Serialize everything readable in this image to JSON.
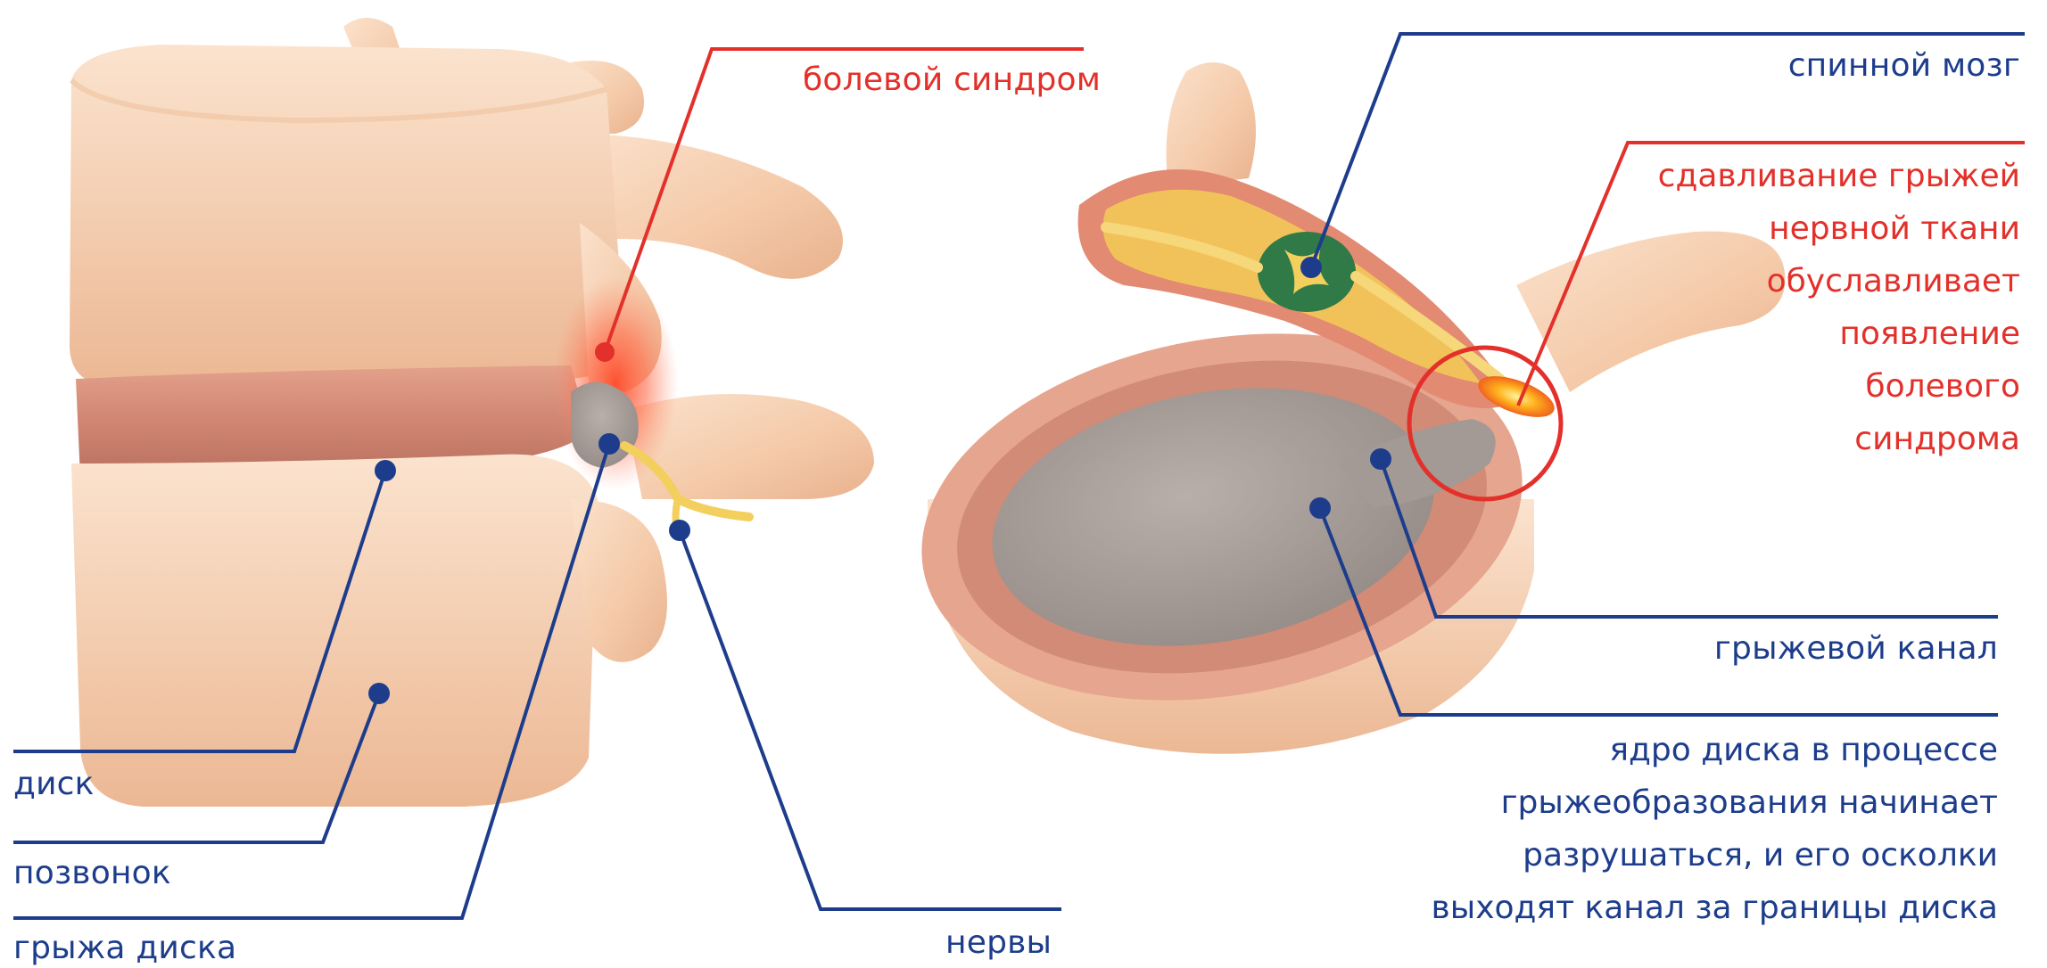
{
  "labels": {
    "pain_syndrome": "болевой синдром",
    "disc": "диск",
    "vertebra": "позвонок",
    "disc_hernia": "грыжа диска",
    "nerves": "нервы",
    "spinal_cord": "спинной мозг",
    "hernia_channel": "грыжевой канал",
    "compression_lines": [
      "сдавливание грыжей",
      "нервной ткани",
      "обуславливает",
      "появление",
      "болевого",
      "синдрома"
    ],
    "nucleus_lines": [
      "ядро диска в процессе",
      "грыжеобразования начинает",
      "разрушаться, и его осколки",
      "выходят канал за границы диска"
    ]
  },
  "colors": {
    "blue_line": "#1d3d8c",
    "red_line": "#e3302a",
    "bone": "#f6cfae",
    "disc": "#cf8b78",
    "nucleus": "#a9a09c",
    "cord_green": "#2f7a46",
    "nerve_yellow": "#f3cf5e"
  }
}
